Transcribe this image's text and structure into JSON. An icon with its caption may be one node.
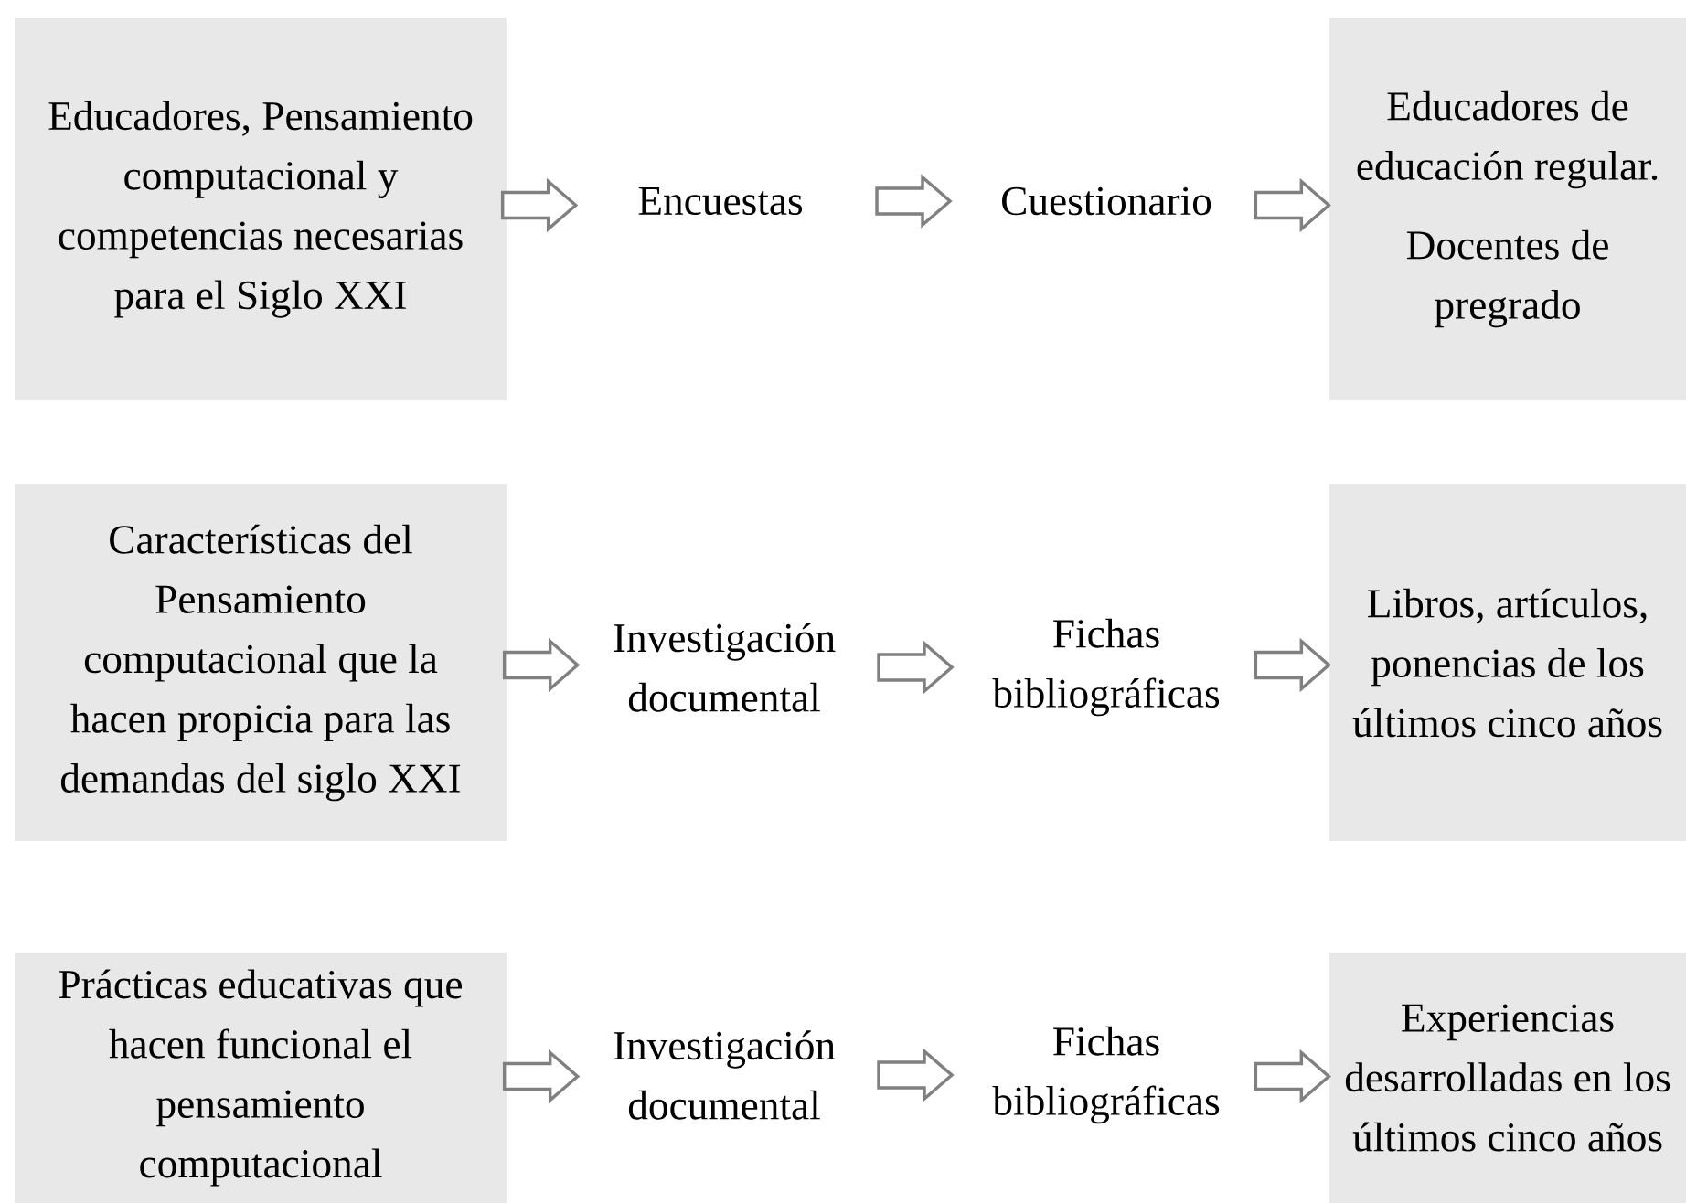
{
  "diagram": {
    "nodes": [
      {
        "text": [
          "Educadores, Pensamiento computacional y competencias necesarias para el Siglo XXI"
        ]
      },
      {
        "text": [
          "Encuestas"
        ]
      },
      {
        "text": [
          "Cuestionario"
        ]
      },
      {
        "text": [
          "Educadores de educación regular.",
          "Docentes de pregrado"
        ]
      },
      {
        "text": [
          "Características del Pensamiento computacional que la hacen propicia para las demandas del siglo XXI"
        ]
      },
      {
        "text": [
          "Investigación documental"
        ]
      },
      {
        "text": [
          "Fichas bibliográficas"
        ]
      },
      {
        "text": [
          "Libros, artículos, ponencias de los últimos cinco años"
        ]
      },
      {
        "text": [
          "Prácticas educativas que hacen funcional el pensamiento computacional"
        ]
      },
      {
        "text": [
          "Investigación documental"
        ]
      },
      {
        "text": [
          "Fichas bibliográficas"
        ]
      },
      {
        "text": [
          "Experiencias desarrolladas en los últimos cinco años"
        ]
      }
    ],
    "edges": [
      {
        "from": 0,
        "to": 1,
        "arrow": "to"
      },
      {
        "from": 1,
        "to": 2,
        "arrow": "to"
      },
      {
        "from": 2,
        "to": 3,
        "arrow": "to"
      },
      {
        "from": 4,
        "to": 5,
        "arrow": "to"
      },
      {
        "from": 5,
        "to": 6,
        "arrow": "to"
      },
      {
        "from": 6,
        "to": 7,
        "arrow": "to"
      },
      {
        "from": 8,
        "to": 9,
        "arrow": "to"
      },
      {
        "from": 9,
        "to": 10,
        "arrow": "to"
      },
      {
        "from": 10,
        "to": 11,
        "arrow": "to"
      }
    ]
  }
}
